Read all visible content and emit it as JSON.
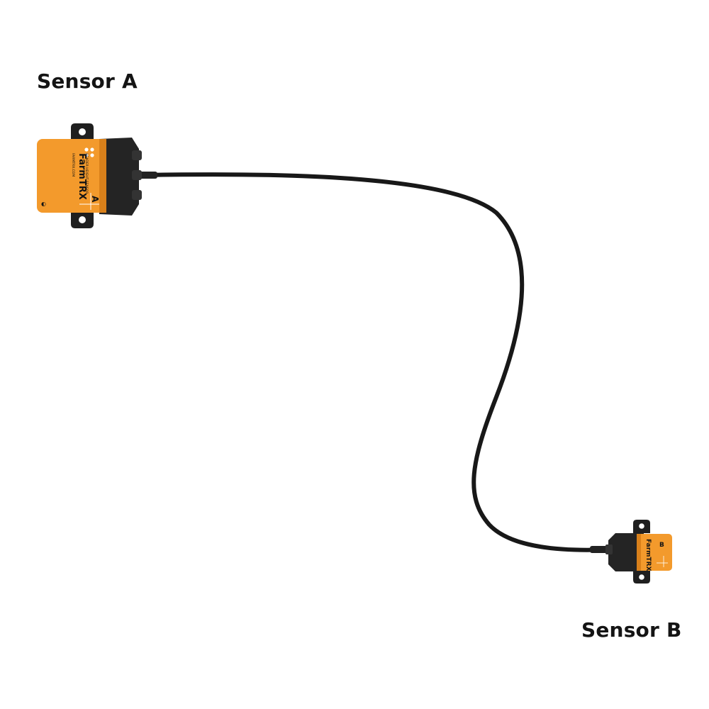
{
  "labels": {
    "sensor_a": "Sensor A",
    "sensor_b": "Sensor B"
  },
  "devices": {
    "a": {
      "brand": "FarmTRX",
      "product": "HEADER HEIGHT SENSOR",
      "website": "FARMTRX.COM",
      "letter": "A"
    },
    "b": {
      "brand": "FarmTRX",
      "letter": "B"
    }
  },
  "colors": {
    "body_orange": "#f39a2c",
    "housing_black": "#1e1e1e",
    "cable_black": "#181818"
  }
}
